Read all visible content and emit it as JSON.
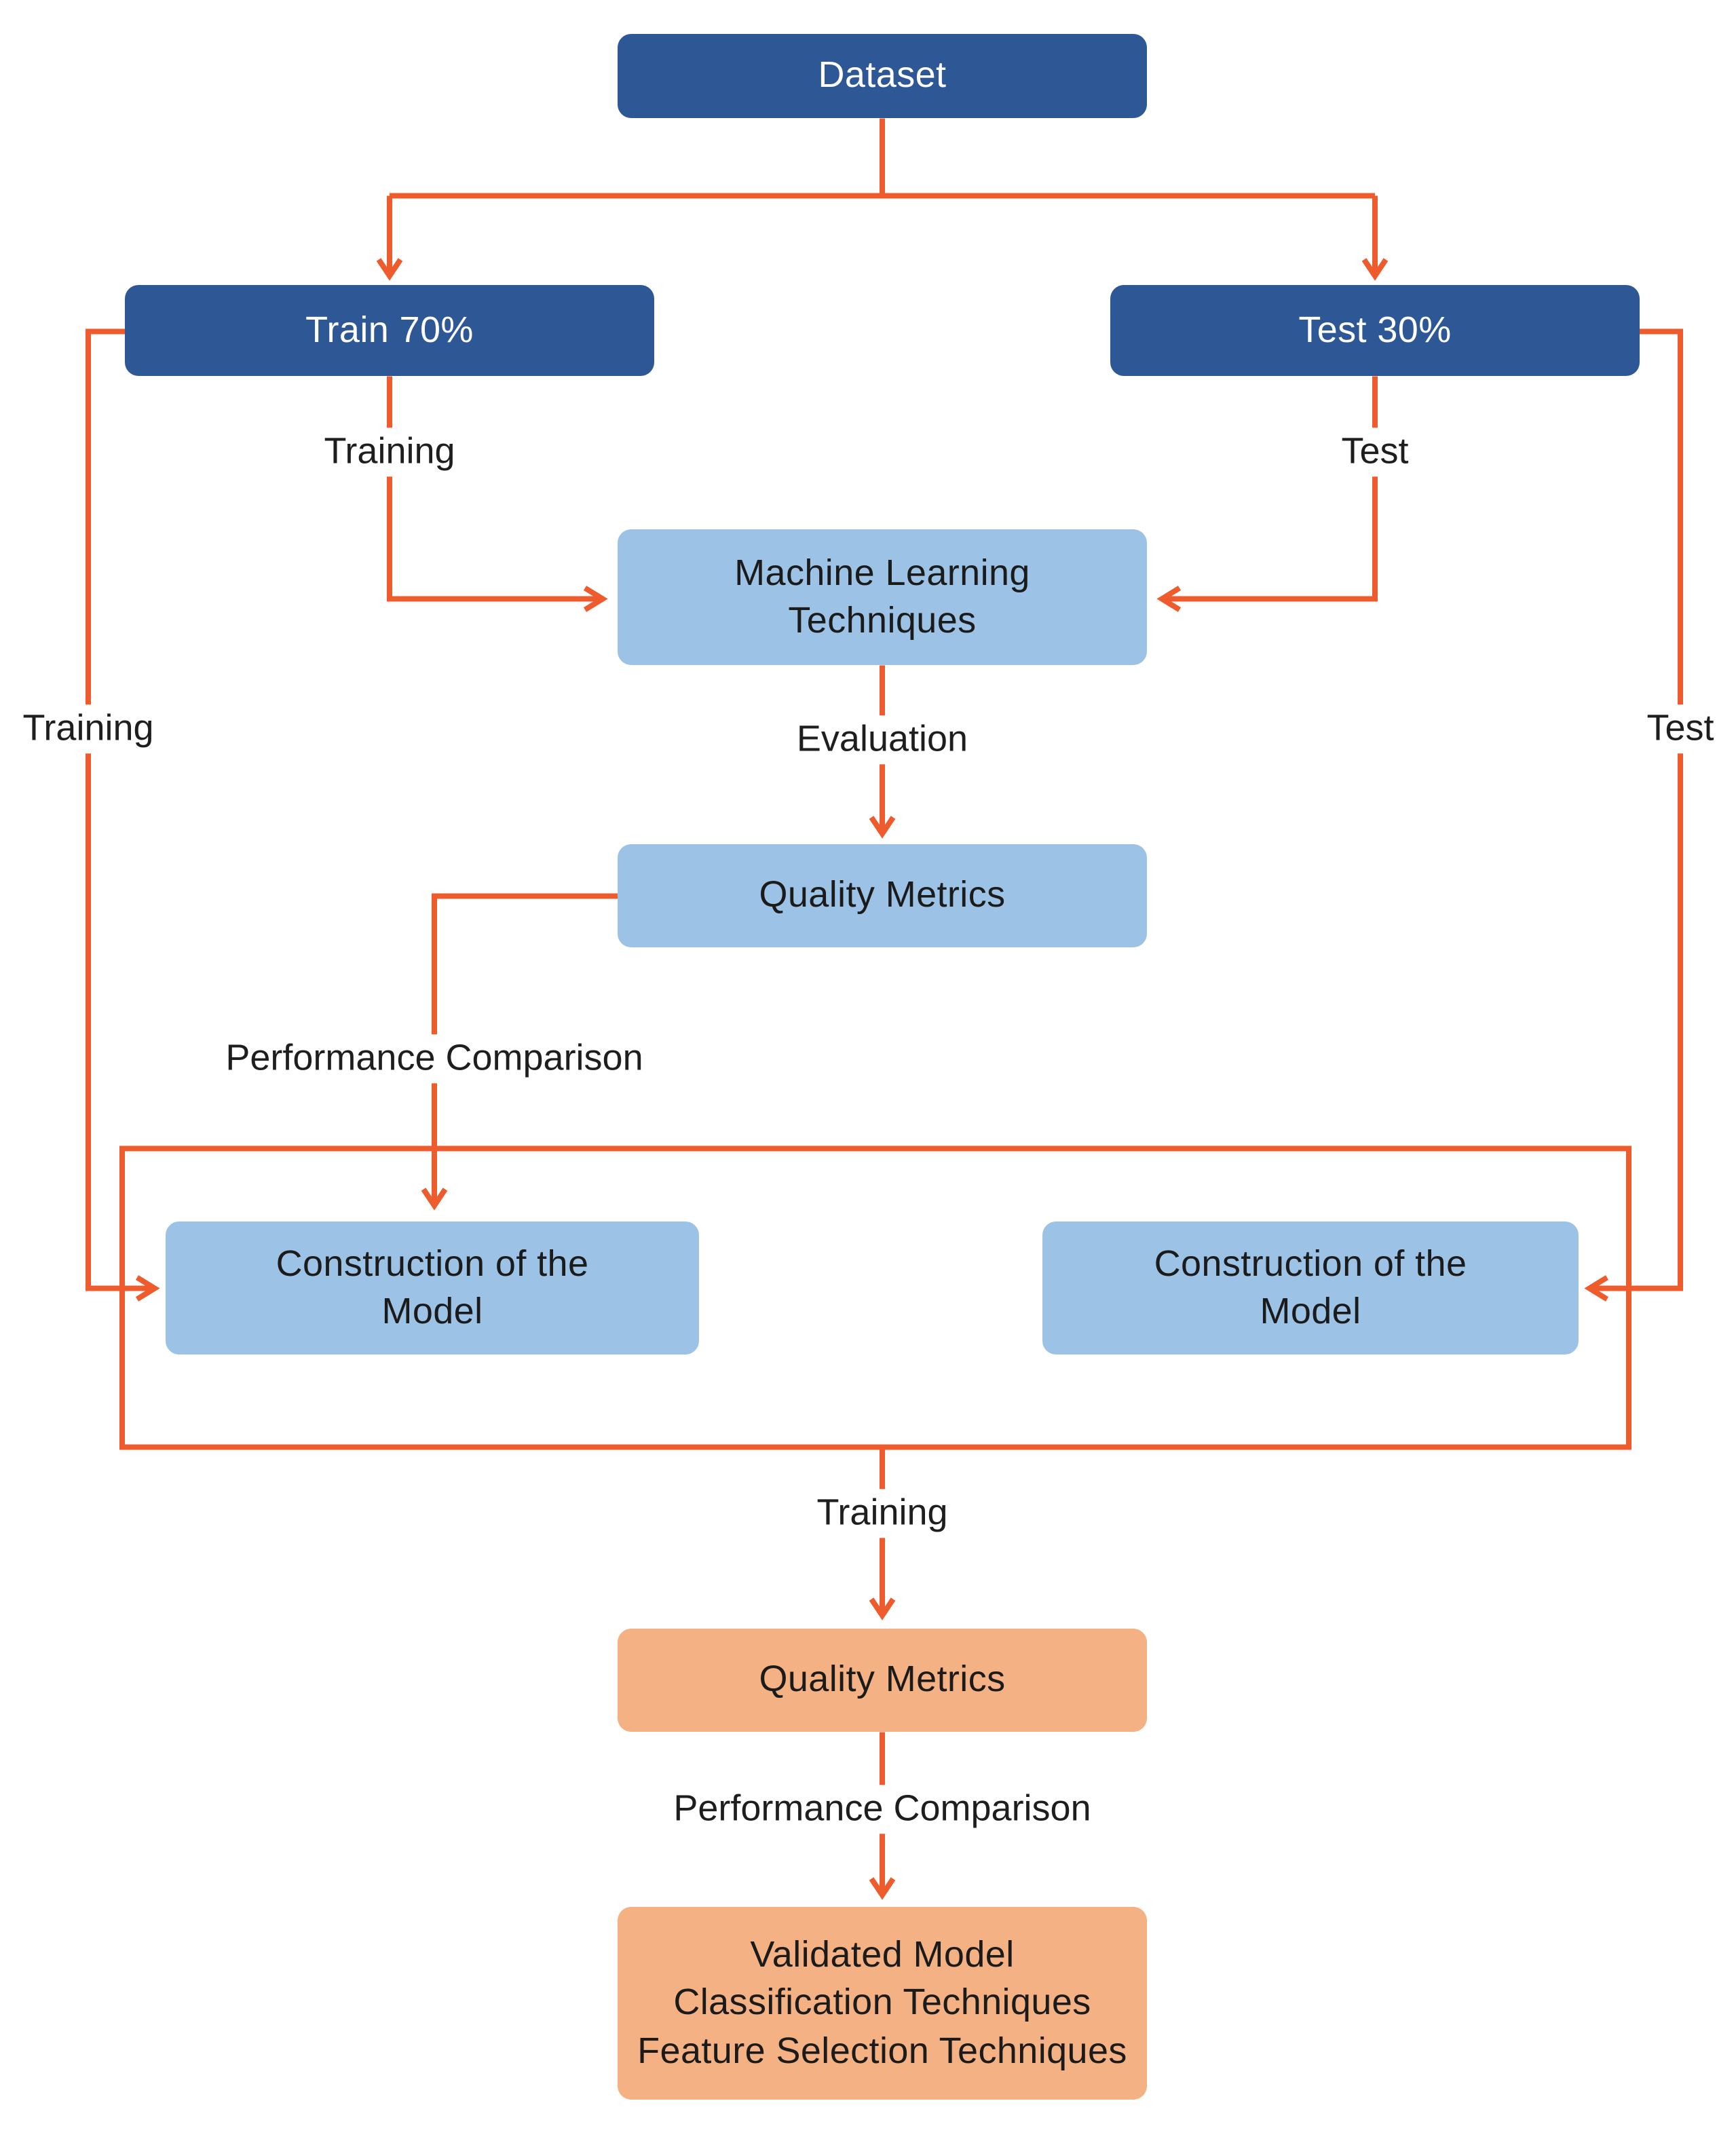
{
  "meta": {
    "title": "Machine Learning Workflow Flowchart"
  },
  "colors": {
    "node_dark_blue": "#2D5795",
    "node_light_blue": "#9CC3E6",
    "node_orange": "#F4B183",
    "arrow_orange": "#EE5C2E",
    "label_text": "#1E1E1E",
    "dark_node_text": "#FFFFFF",
    "background": "#FFFFFF"
  },
  "nodes": {
    "dataset": {
      "lines": [
        "Dataset"
      ]
    },
    "train": {
      "lines": [
        "Train 70%"
      ]
    },
    "test": {
      "lines": [
        "Test 30%"
      ]
    },
    "ml_techniques": {
      "lines": [
        "Machine Learning",
        "Techniques"
      ]
    },
    "quality_metrics_top": {
      "lines": [
        "Quality Metrics"
      ]
    },
    "construction_left": {
      "lines": [
        "Construction of the",
        "Model"
      ]
    },
    "construction_right": {
      "lines": [
        "Construction of the",
        "Model"
      ]
    },
    "quality_metrics_bottom": {
      "lines": [
        "Quality Metrics"
      ]
    },
    "validated_model": {
      "lines": [
        "Validated Model",
        "Classification Techniques",
        "Feature Selection Techniques"
      ]
    }
  },
  "edge_labels": {
    "training_under_train": "Training",
    "test_under_test": "Test",
    "evaluation": "Evaluation",
    "training_far_left": "Training",
    "test_far_right": "Test",
    "performance_comparison_mid": "Performance Comparison",
    "training_bottom": "Training",
    "performance_comparison_bottom": "Performance Comparison"
  }
}
